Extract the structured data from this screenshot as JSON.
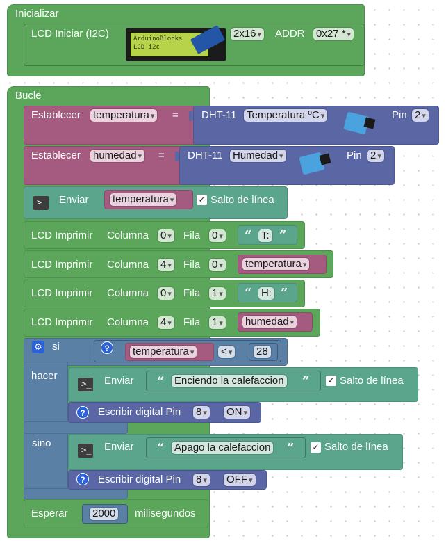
{
  "init": {
    "hat_label": "Inicializar",
    "lcd_label": "LCD Iniciar (I2C)",
    "lcd_preview": [
      "ArduinoBlocks",
      "LCD i2c"
    ],
    "size": "2x16",
    "addr_label": "ADDR",
    "addr": "0x27 *"
  },
  "loop": {
    "hat_label": "Bucle",
    "set_temp": {
      "label": "Establecer",
      "var": "temperatura",
      "eq": "=",
      "sensor": "DHT-11",
      "mode": "Temperatura ºC",
      "pin_label": "Pin",
      "pin": "2"
    },
    "set_hum": {
      "label": "Establecer",
      "var": "humedad",
      "eq": "=",
      "sensor": "DHT-11",
      "mode": "Humedad",
      "pin_label": "Pin",
      "pin": "2"
    },
    "send_temp": {
      "label": "Enviar",
      "var": "temperatura",
      "newline": "Salto de línea"
    },
    "prints": [
      {
        "label": "LCD Imprimir",
        "col_label": "Columna",
        "col": "0",
        "row_label": "Fila",
        "row": "0",
        "text": "T:"
      },
      {
        "label": "LCD Imprimir",
        "col_label": "Columna",
        "col": "4",
        "row_label": "Fila",
        "row": "0",
        "var": "temperatura"
      },
      {
        "label": "LCD Imprimir",
        "col_label": "Columna",
        "col": "0",
        "row_label": "Fila",
        "row": "1",
        "text": "H:"
      },
      {
        "label": "LCD Imprimir",
        "col_label": "Columna",
        "col": "4",
        "row_label": "Fila",
        "row": "1",
        "var": "humedad"
      }
    ],
    "if_block": {
      "if_label": "si",
      "var": "temperatura",
      "op": "<",
      "value": "28",
      "do_label": "hacer",
      "else_label": "sino",
      "do_send": {
        "label": "Enviar",
        "text": "Enciendo la calefaccion",
        "newline": "Salto de línea"
      },
      "do_write": {
        "label": "Escribir digital Pin",
        "pin": "8",
        "state": "ON"
      },
      "else_send": {
        "label": "Enviar",
        "text": "Apago la calefaccion",
        "newline": "Salto de línea"
      },
      "else_write": {
        "label": "Escribir digital Pin",
        "pin": "8",
        "state": "OFF"
      }
    },
    "wait": {
      "label": "Esperar",
      "value": "2000",
      "unit": "milisegundos"
    }
  },
  "icons": {
    "terminal": ">_",
    "check": "✓",
    "help": "?",
    "gear": "⚙",
    "dropdown": "▾",
    "quote_open": "“",
    "quote_close": "”"
  },
  "colors": {
    "green": "#5ba65b",
    "teal": "#5ba58c",
    "maroon": "#a55b80",
    "indigo": "#5b67a5",
    "steel": "#5b80a5",
    "lcd_screen": "#b7d34a"
  }
}
